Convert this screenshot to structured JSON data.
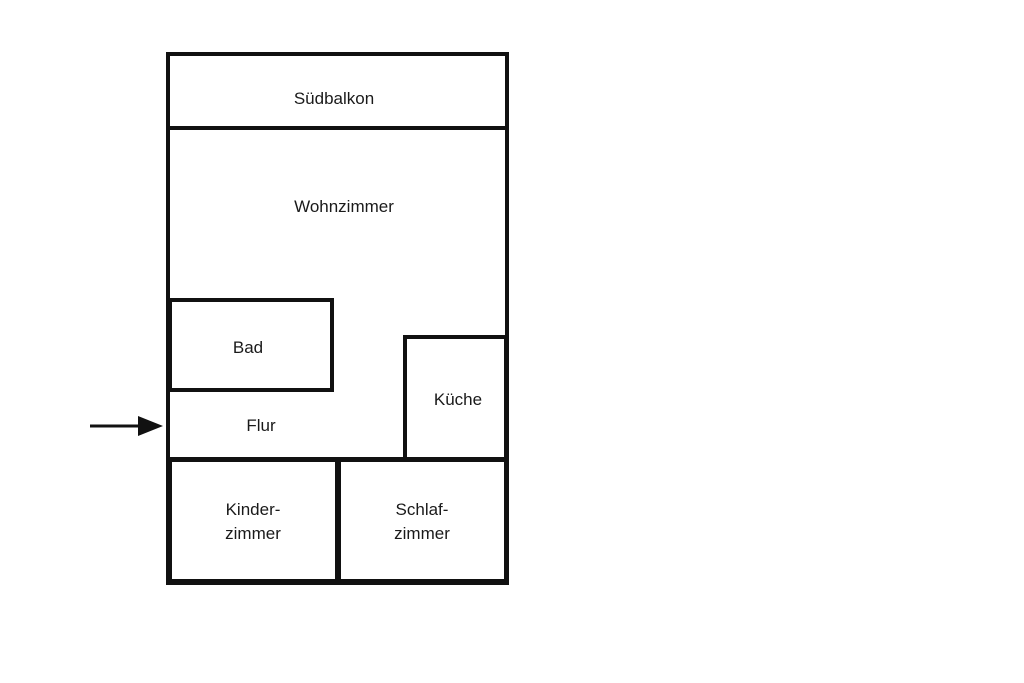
{
  "floorplan": {
    "line_color": "#111111",
    "background": "#ffffff",
    "rooms": {
      "suedbalkon": "Südbalkon",
      "wohnzimmer": "Wohnzimmer",
      "bad": "Bad",
      "kueche": "Küche",
      "flur": "Flur",
      "kinderzimmer_line1": "Kinder-",
      "kinderzimmer_line2": "zimmer",
      "schlafzimmer_line1": "Schlaf-",
      "schlafzimmer_line2": "zimmer"
    },
    "entrance": {
      "icon": "arrow-right-icon"
    }
  }
}
